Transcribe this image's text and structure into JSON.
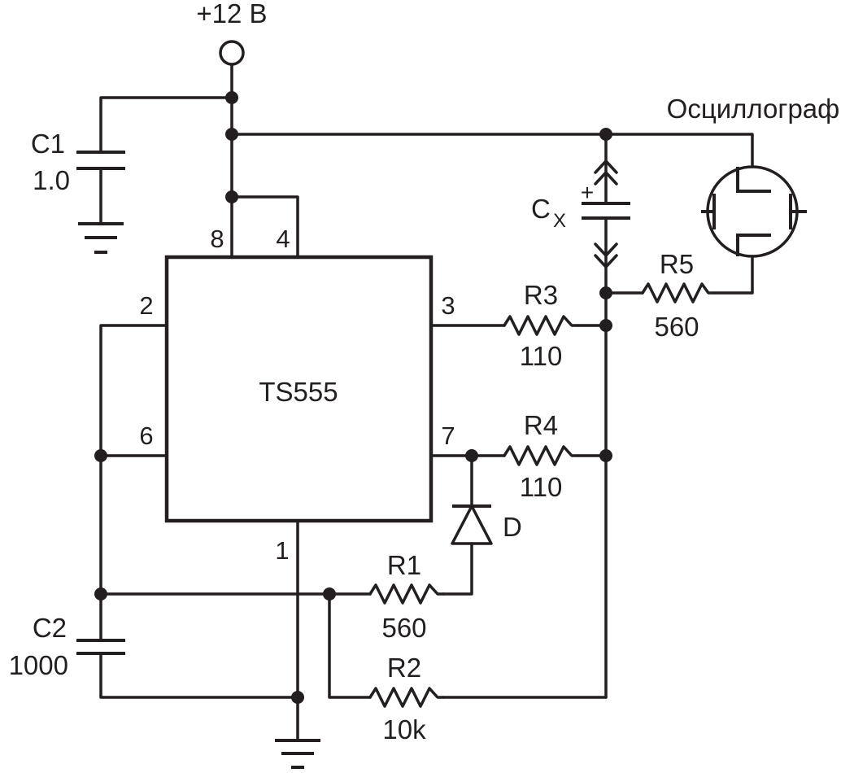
{
  "supply": "+12 В",
  "ic": {
    "name": "TS555",
    "pins": {
      "p8": "8",
      "p4": "4",
      "p2": "2",
      "p6": "6",
      "p3": "3",
      "p7": "7",
      "p1": "1"
    }
  },
  "components": {
    "c1": {
      "ref": "C1",
      "value": "1.0"
    },
    "c2": {
      "ref": "C2",
      "value": "1000"
    },
    "cx": {
      "ref": "C",
      "sub": "X",
      "plus": "+"
    },
    "r1": {
      "ref": "R1",
      "value": "560"
    },
    "r2": {
      "ref": "R2",
      "value": "10k"
    },
    "r3": {
      "ref": "R3",
      "value": "110"
    },
    "r4": {
      "ref": "R4",
      "value": "110"
    },
    "r5": {
      "ref": "R5",
      "value": "560"
    },
    "d": {
      "ref": "D"
    }
  },
  "scope": "Осциллограф"
}
